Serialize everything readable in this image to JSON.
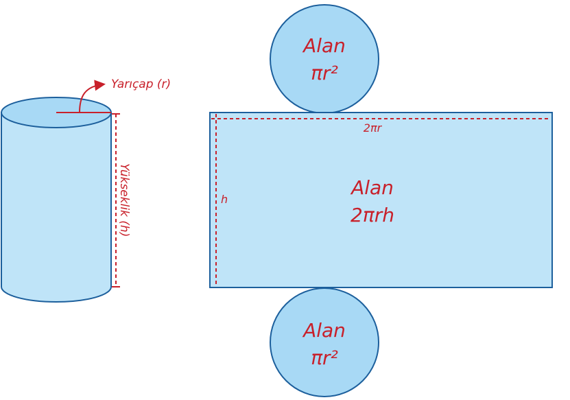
{
  "colors": {
    "fill_light": "#bfe4f8",
    "fill_circle": "#a8d9f5",
    "stroke": "#1c5f9c",
    "accent_red": "#c8202a"
  },
  "cylinder": {
    "radius_label": "Yarıçap (r)",
    "height_label": "Yükseklik (h)"
  },
  "net": {
    "top_circle": {
      "line1": "Alan",
      "line2": "πr²"
    },
    "rectangle": {
      "line1": "Alan",
      "line2": "2πrh",
      "width_label": "2πr",
      "height_label": "h"
    },
    "bottom_circle": {
      "line1": "Alan",
      "line2": "πr²"
    }
  }
}
